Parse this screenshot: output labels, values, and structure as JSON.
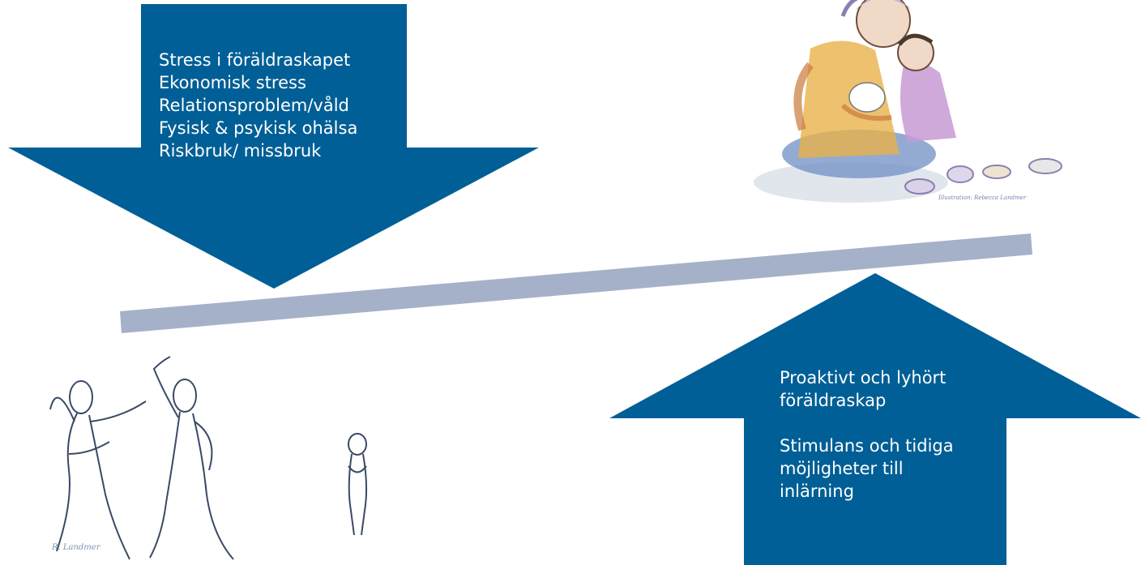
{
  "colors": {
    "arrow_fill": "#005f96",
    "seesaw_beam": "#a5b1c8",
    "sketch_ink": "#3a4a66"
  },
  "risk_arrow": {
    "direction": "down",
    "lines": [
      "Stress i föräldraskapet",
      "Ekonomisk stress",
      "Relationsproblem/våld",
      "Fysisk & psykisk ohälsa",
      "Riskbruk/ missbruk"
    ]
  },
  "protective_arrow": {
    "direction": "up",
    "lines": [
      "Proaktivt och lyhört",
      "föräldraskap",
      "Stimulans och tidiga",
      "möjligheter till",
      "inlärning"
    ]
  },
  "illustrations": {
    "mother_child": {
      "icon": "mother-and-child-illustration",
      "credit": "Illustration: Rebecca Landmer"
    },
    "conflict": {
      "icon": "arguing-adults-and-child-illustration",
      "signature": "R. Landmer"
    }
  }
}
